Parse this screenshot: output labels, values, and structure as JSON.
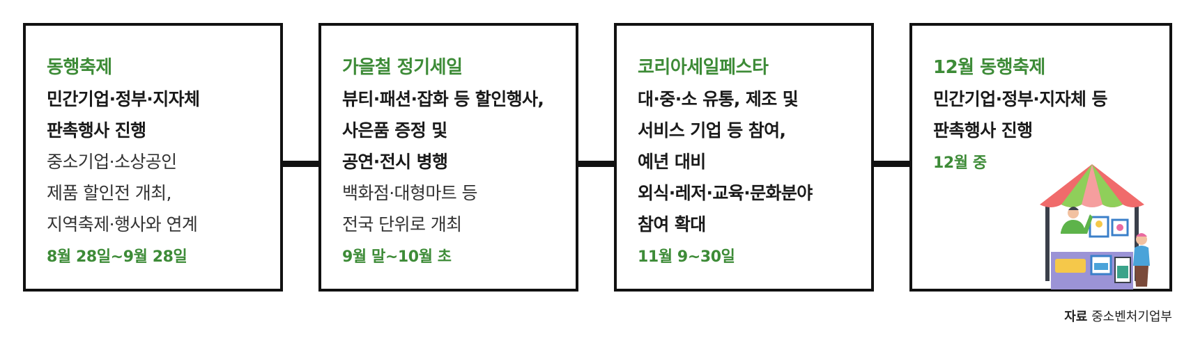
{
  "steps": [
    {
      "title": "동행축제",
      "bold_lines": [
        "민간기업·정부·지자체",
        "판촉행사 진행"
      ],
      "regular_lines": [
        "중소기업·소상공인",
        "제품 할인전 개최,",
        "지역축제·행사와 연계"
      ],
      "date": "8월 28일~9월 28일"
    },
    {
      "title": "가을철 정기세일",
      "bold_lines": [
        "뷰티·패션·잡화 등 할인행사,",
        "사은품 증정 및",
        "공연·전시 병행"
      ],
      "regular_lines": [
        "백화점·대형마트 등",
        "전국 단위로 개최"
      ],
      "date": "9월 말~10월 초"
    },
    {
      "title": "코리아세일페스타",
      "bold_lines": [
        "대·중·소 유통, 제조 및",
        "서비스 기업 등 참여,",
        "예년 대비",
        "외식·레저·교육·문화분야",
        "참여 확대"
      ],
      "regular_lines": [],
      "date": "11월 9~30일"
    },
    {
      "title": "12월 동행축제",
      "bold_lines": [
        "민간기업·정부·지자체 등",
        "판촉행사 진행"
      ],
      "regular_lines": [],
      "date": "12월 중"
    }
  ],
  "source": {
    "label": "자료",
    "text": "중소벤처기업부"
  },
  "colors": {
    "accent": "#3d8b37",
    "border": "#111111"
  },
  "illustration": "market-stall-icon"
}
